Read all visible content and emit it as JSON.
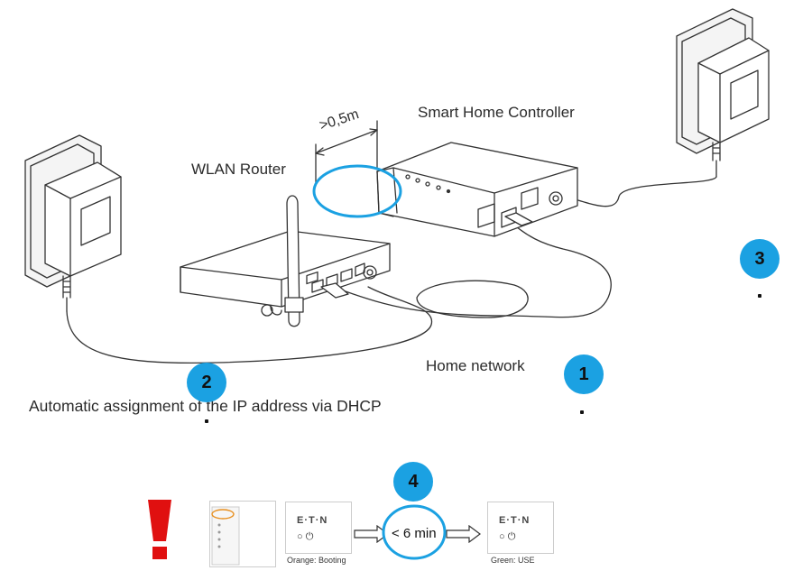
{
  "labels": {
    "controller": "Smart Home Controller",
    "distance": ">0,5m",
    "router": "WLAN Router",
    "home_network": "Home network",
    "dhcp": "Automatic assignment of the IP address via DHCP"
  },
  "badges": {
    "one": "1",
    "two": "2",
    "three": "3",
    "four": "4"
  },
  "boot_sequence": {
    "brand": "E·T·N",
    "orange_caption": "Orange: Booting",
    "green_caption": "Green: USE",
    "timer": "< 6 min"
  },
  "colors": {
    "accent_blue": "#1ba1e2",
    "warning_red": "#e01010",
    "line": "#333333"
  }
}
